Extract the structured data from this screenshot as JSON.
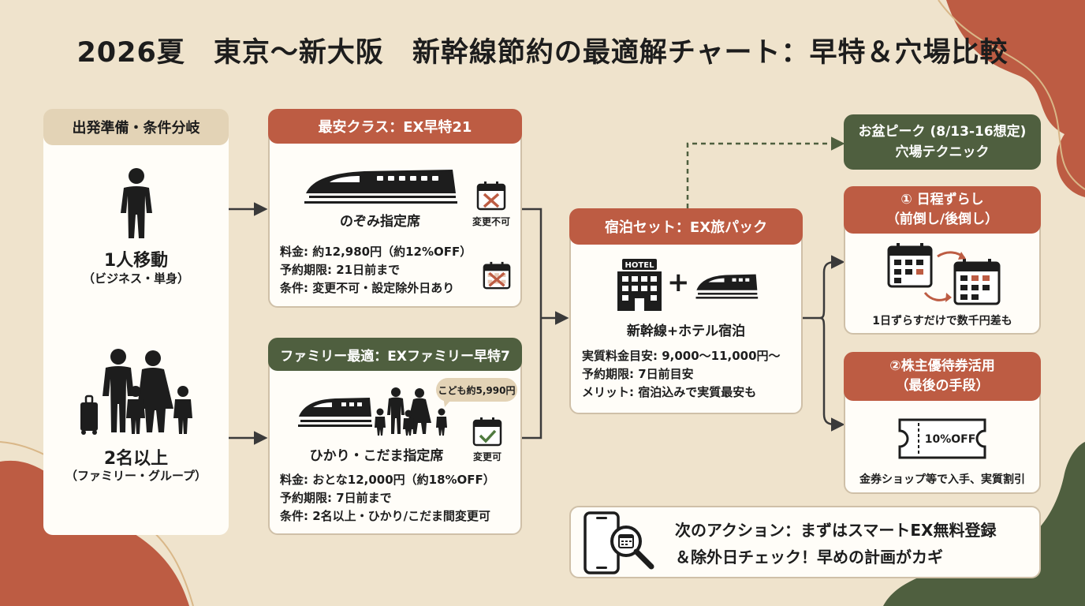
{
  "title": "2026夏　東京〜新大阪　新幹線節約の最適解チャート：早特＆穴場比較",
  "start": {
    "header": "出発準備・条件分岐",
    "solo": {
      "label": "1人移動",
      "sub": "（ビジネス・単身）"
    },
    "group": {
      "label": "2名以上",
      "sub": "（ファミリー・グループ）"
    }
  },
  "ex21": {
    "header": "最安クラス：EX早特21",
    "seat": "のぞみ指定席",
    "badge": "変更不可",
    "lines": [
      "料金: 約12,980円（約12%OFF）",
      "予約期限: 21日前まで",
      "条件: 変更不可・設定除外日あり"
    ]
  },
  "family": {
    "header": "ファミリー最適：EXファミリー早特7",
    "bubble": "こども約5,990円",
    "seat": "ひかり・こだま指定席",
    "badge": "変更可",
    "lines": [
      "料金: おとな12,000円（約18%OFF）",
      "予約期限: 7日前まで",
      "条件: 2名以上・ひかり/こだま間変更可"
    ]
  },
  "pack": {
    "header": "宿泊セット：EX旅パック",
    "hotel_sign": "HOTEL",
    "plus": "+",
    "caption": "新幹線+ホテル宿泊",
    "lines": [
      "実質料金目安: 9,000〜11,000円〜",
      "予約期限: 7日前目安",
      "メリット: 宿泊込みで実質最安も"
    ]
  },
  "peak": {
    "header_line1": "お盆ピーク (8/13-16想定)",
    "header_line2": "穴場テクニック"
  },
  "shift": {
    "header_line1": "① 日程ずらし",
    "header_line2": "（前倒し/後倒し）",
    "caption": "1日ずらすだけで数千円差も"
  },
  "voucher": {
    "header_line1": "②株主優待券活用",
    "header_line2": "（最後の手段）",
    "ticket": "10%OFF",
    "caption": "金券ショップ等で入手、実質割引"
  },
  "action": {
    "line1": "次のアクション：まずはスマートEX無料登録",
    "line2": "＆除外日チェック！早めの計画がカギ"
  },
  "colors": {
    "rust": "#bd5c43",
    "green": "#4f5f3f",
    "tan": "#e3d3b6",
    "background": "#efe3cc"
  }
}
